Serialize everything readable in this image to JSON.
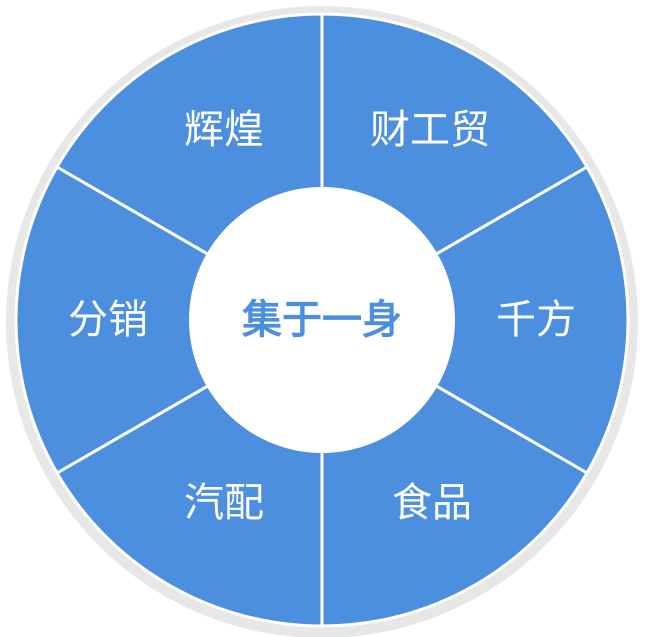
{
  "center": {
    "label": "集于一身"
  },
  "segments": [
    {
      "label": "财工贸"
    },
    {
      "label": "千方"
    },
    {
      "label": "食品"
    },
    {
      "label": "汽配"
    },
    {
      "label": "分销"
    },
    {
      "label": "辉煌"
    }
  ],
  "colors": {
    "segment_fill": "#4d8fdf",
    "outer_ring": "#e7e7e7",
    "divider": "#ffffff",
    "center_fill": "#ffffff",
    "center_text": "#4d8fdf",
    "segment_text": "#ffffff"
  }
}
